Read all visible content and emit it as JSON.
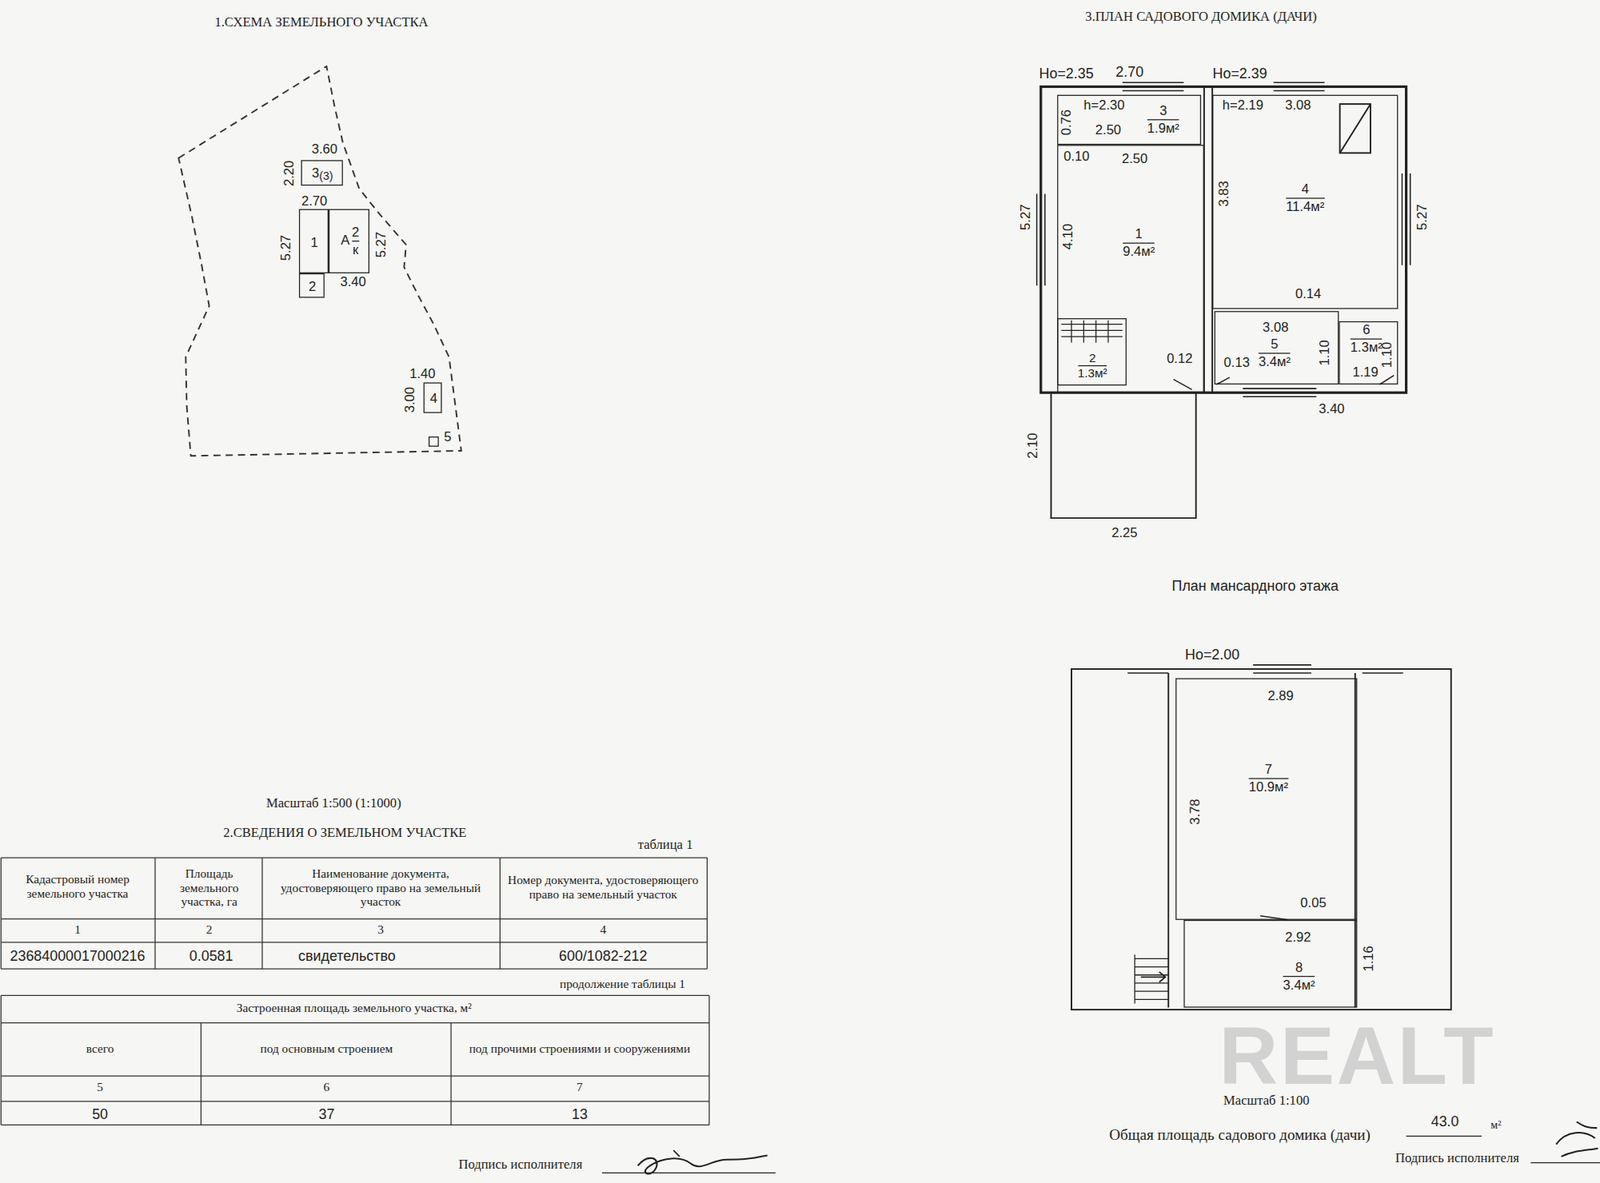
{
  "diagram": {
    "nodes": [
      {
        "text": [
          "3",
          "(3)"
        ]
      },
      {
        "text": [
          "1"
        ]
      },
      {
        "text": [
          "А",
          "2",
          "к"
        ]
      },
      {
        "text": [
          "2"
        ]
      },
      {
        "text": [
          "4"
        ]
      },
      {
        "text": [
          "5"
        ]
      },
      {
        "text": [
          "3",
          "1.9м²"
        ]
      },
      {
        "text": [
          "1",
          "9.4м²"
        ]
      },
      {
        "text": [
          "2",
          "1.3м²"
        ],
        "in": 7
      },
      {
        "text": [
          "4",
          "11.4м²"
        ]
      },
      {
        "text": [
          "5",
          "3.4м²"
        ]
      },
      {
        "text": [
          "6",
          "1.3м²"
        ]
      },
      {
        "text": [
          "7",
          "10.9м²"
        ]
      },
      {
        "text": [
          "8",
          "3.4м²"
        ]
      }
    ],
    "labels": [
      "1.СХЕМА ЗЕМЕЛЬНОГО УЧАСТКА",
      "3.60",
      "2.20",
      "2.70",
      "5.27",
      "5.27",
      "3.40",
      "1.40",
      "3.00",
      "Масштаб 1:500 (1:1000)",
      "2.СВЕДЕНИЯ О ЗЕМЕЛЬНОМ УЧАСТКЕ",
      "таблица 1",
      "Кадастровый номер земельного участка",
      "Площадь земельного участка, га",
      "Наименование документа, удостоверяющего право на земельный участок",
      "Номер документа, удостоверяющего право на земельный участок",
      "1",
      "2",
      "3",
      "4",
      "23684000017000216",
      "0.0581",
      "свидетельство",
      "600/1082-212",
      "продолжение таблицы 1",
      "Застроенная площадь земельного участка, м²",
      "всего",
      "под основным строением",
      "под прочими строениями и сооружениями",
      "5",
      "6",
      "7",
      "50",
      "37",
      "13",
      "Подпись исполнителя",
      "3.ПЛАН САДОВОГО ДОМИКА (ДАЧИ)",
      "Hо=2.35",
      "2.70",
      "Hо=2.39",
      "h=2.30",
      "0.76",
      "2.50",
      "0.10",
      "2.50",
      "5.27",
      "4.10",
      "h=2.19",
      "3.08",
      "3.83",
      "5.27",
      "0.14",
      "3.08",
      "1.10",
      "1.10",
      "1.19",
      "0.12",
      "0.13",
      "3.40",
      "2.10",
      "2.25",
      "План мансардного этажа",
      "Hо=2.00",
      "2.89",
      "3.78",
      "0.05",
      "1.16",
      "2.92",
      "Масштаб 1:100",
      "Общая площадь садового домика (дачи)",
      "43.0",
      "м²",
      "Подпись исполнителя",
      "REALT"
    ]
  }
}
